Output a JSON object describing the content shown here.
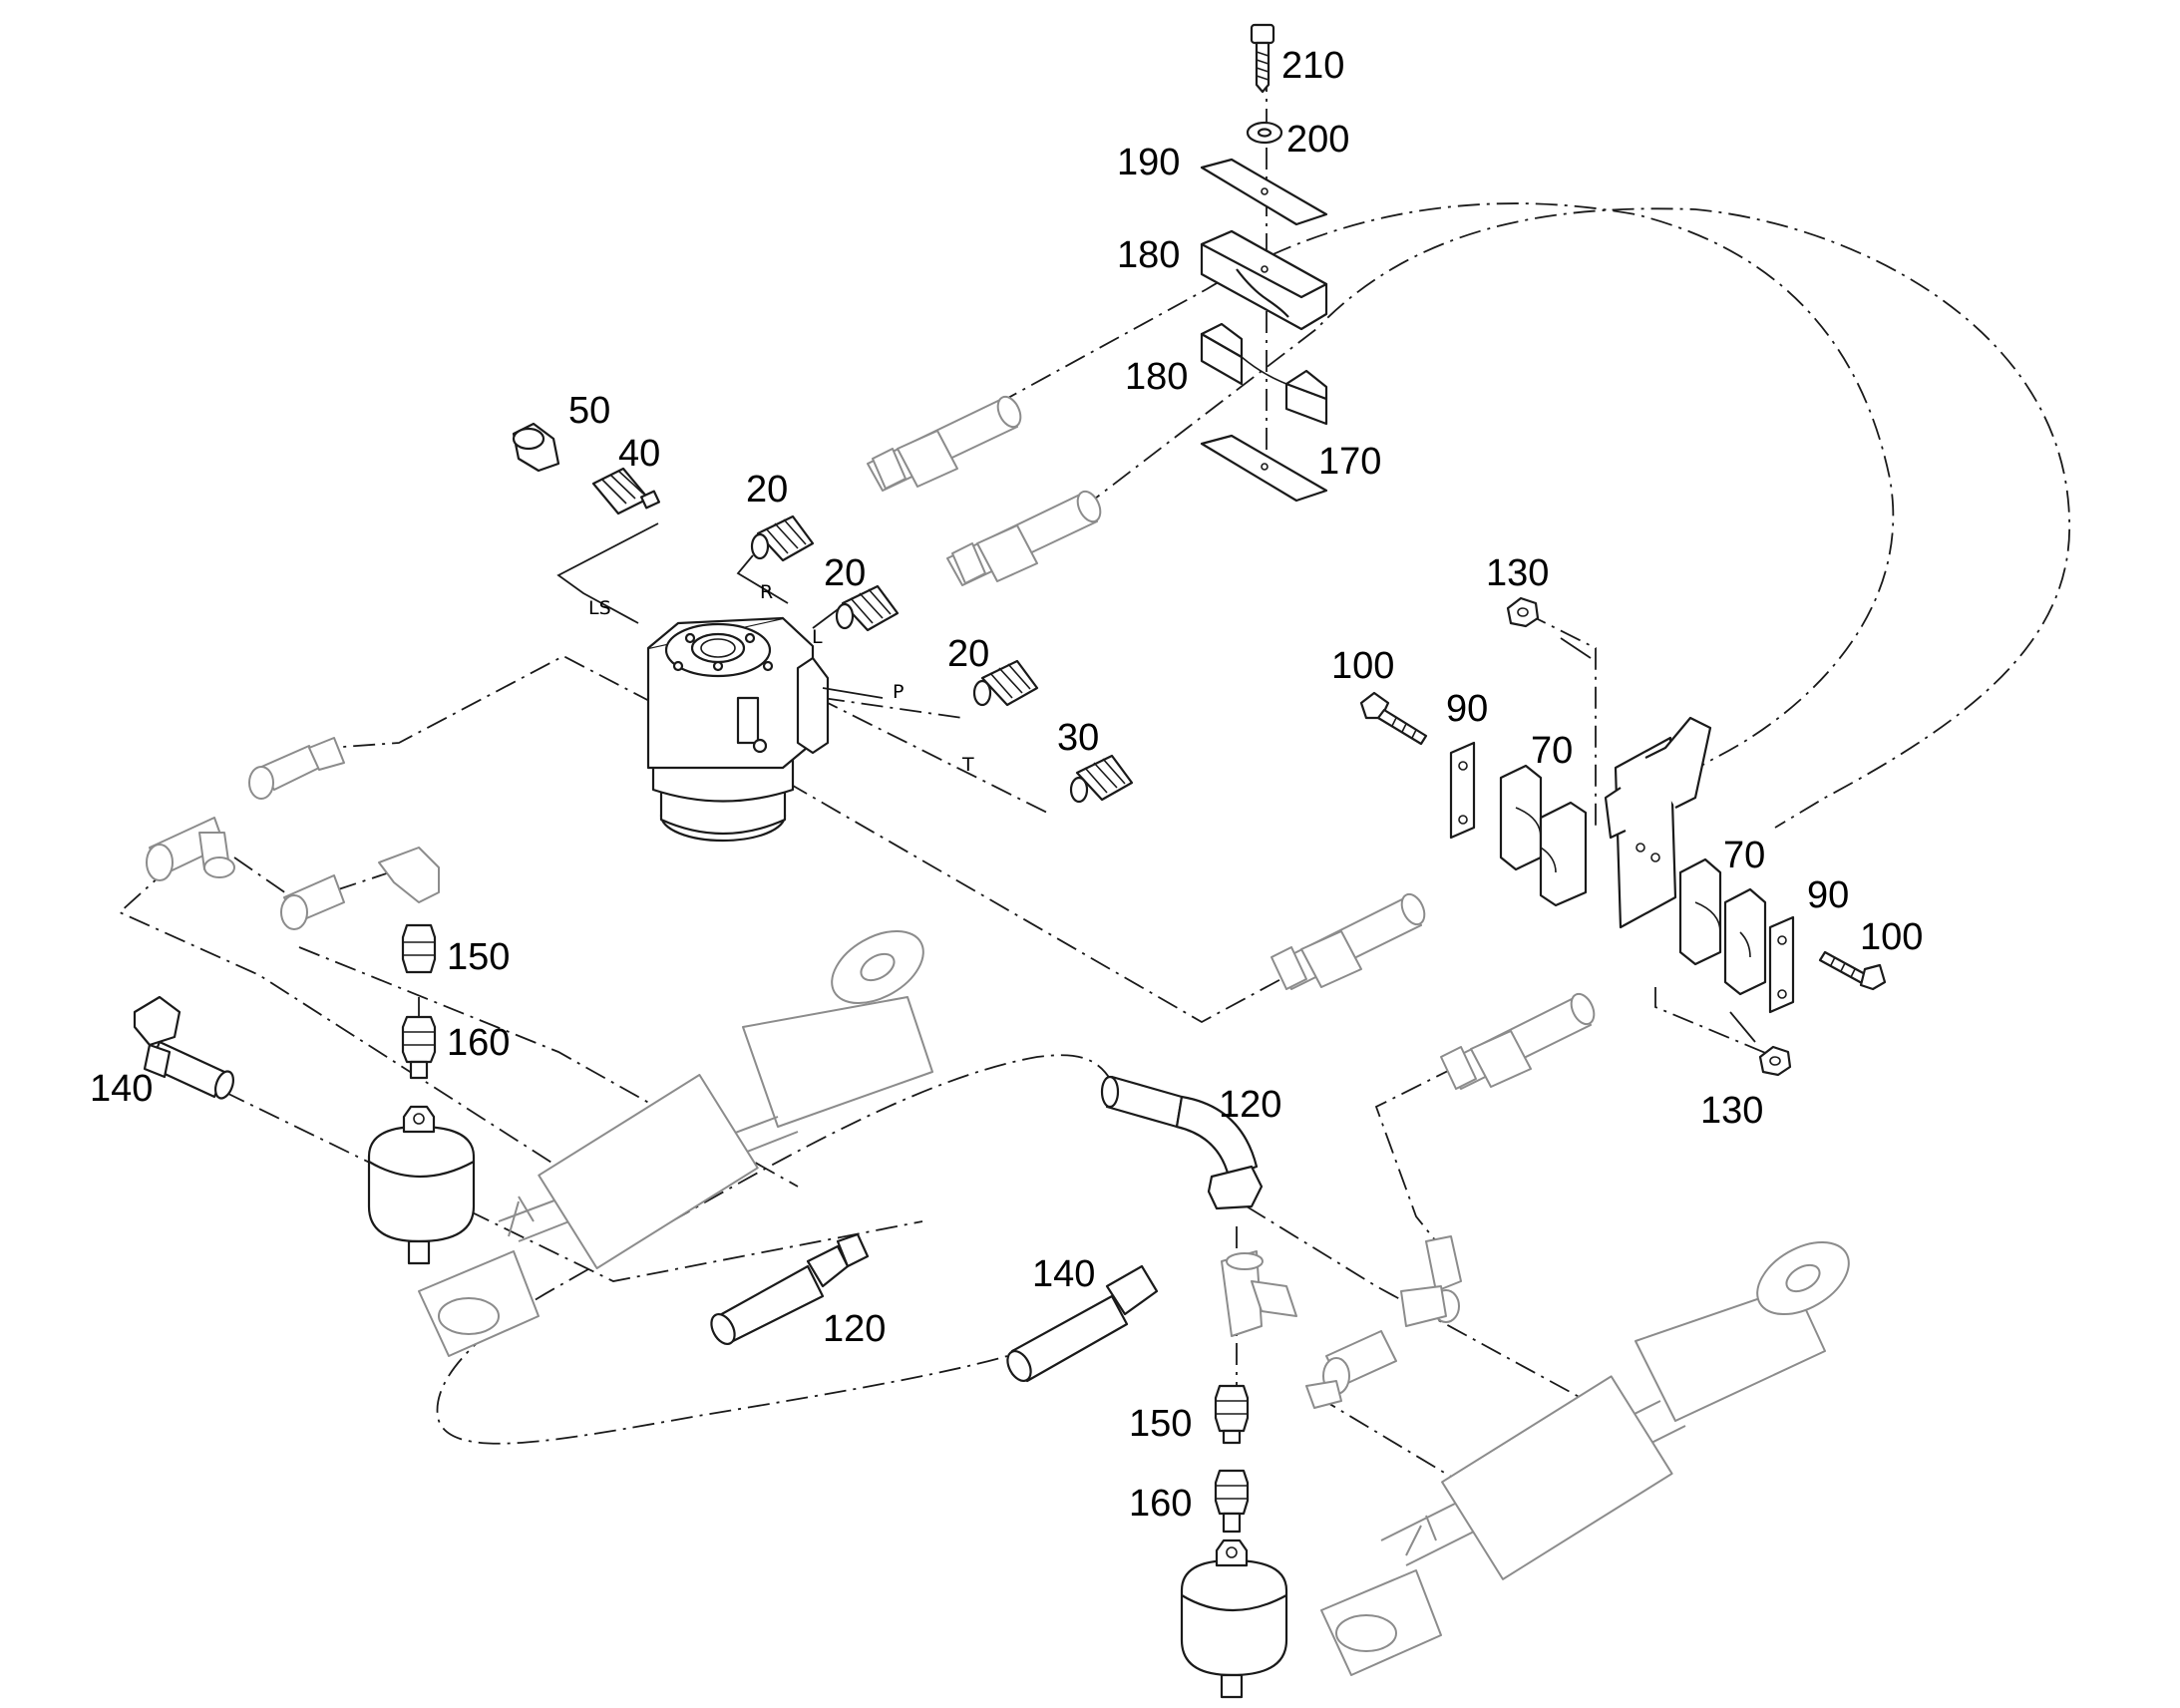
{
  "diagram": {
    "callouts": {
      "c210": "210",
      "c200": "200",
      "c190": "190",
      "c180a": "180",
      "c180b": "180",
      "c170": "170",
      "c50": "50",
      "c40": "40",
      "c20a": "20",
      "c20b": "20",
      "c20c": "20",
      "c30": "30",
      "c130a": "130",
      "c130b": "130",
      "c100a": "100",
      "c100b": "100",
      "c90a": "90",
      "c90b": "90",
      "c70a": "70",
      "c70b": "70",
      "c150a": "150",
      "c150b": "150",
      "c160a": "160",
      "c160b": "160",
      "c140a": "140",
      "c140b": "140",
      "c120a": "120",
      "c120b": "120"
    },
    "ports": {
      "ls": "LS",
      "r": "R",
      "l": "L",
      "p": "P",
      "t": "T"
    },
    "colors": {
      "line": "#1a1a1a",
      "ghost": "#8c8c8c",
      "background": "#ffffff"
    }
  }
}
